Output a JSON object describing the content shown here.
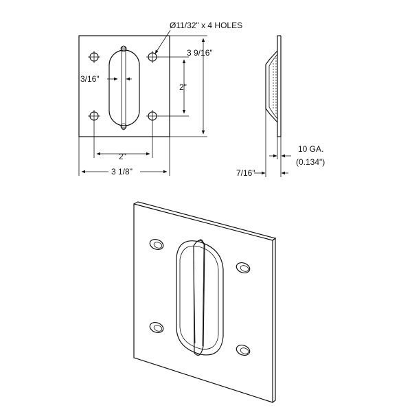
{
  "drawing": {
    "callouts": {
      "holes": "Ø11/32\" x 4 HOLES",
      "height": "3 9/16\"",
      "hole_spacing_vertical": "2\"",
      "slot_offset": "3/16\"",
      "hole_spacing_horizontal": "2\"",
      "width": "3 1/8\"",
      "depth": "7/16\"",
      "gauge": "10 GA.",
      "thickness": "(0.134\")"
    }
  }
}
